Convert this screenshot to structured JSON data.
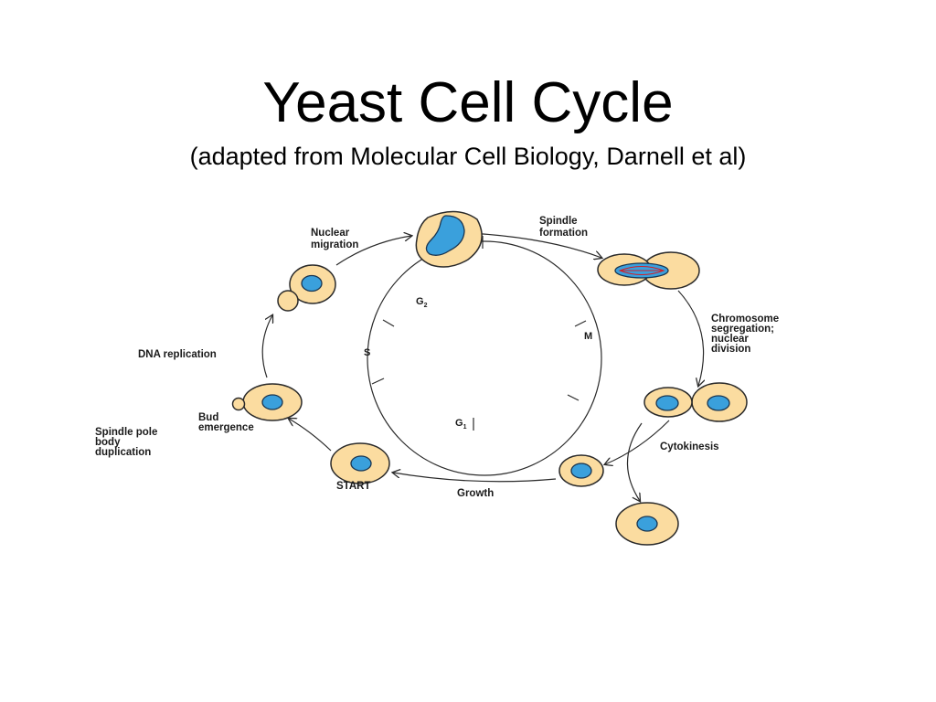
{
  "title": "Yeast Cell Cycle",
  "subtitle": "(adapted from Molecular Cell Biology, Darnell et al)",
  "phases": {
    "g2": "G",
    "g2_sub": "2",
    "m": "M",
    "s": "S",
    "g1": "G",
    "g1_sub": "1"
  },
  "stage_labels": {
    "nuclear_migration": [
      "Nuclear",
      "migration"
    ],
    "spindle_formation": [
      "Spindle",
      "formation"
    ],
    "chromosome_segregation": [
      "Chromosome",
      "segregation;",
      "nuclear",
      "division"
    ],
    "cytokinesis": "Cytokinesis",
    "growth": "Growth",
    "start": "START",
    "bud_emergence": [
      "Bud",
      "emergence"
    ],
    "spindle_pole_body_duplication": [
      "Spindle pole",
      "body",
      "duplication"
    ],
    "dna_replication": "DNA replication"
  },
  "colors": {
    "cell": "#fbdca0",
    "nucleus": "#3aa0dc",
    "spindle": "#d0202a"
  }
}
